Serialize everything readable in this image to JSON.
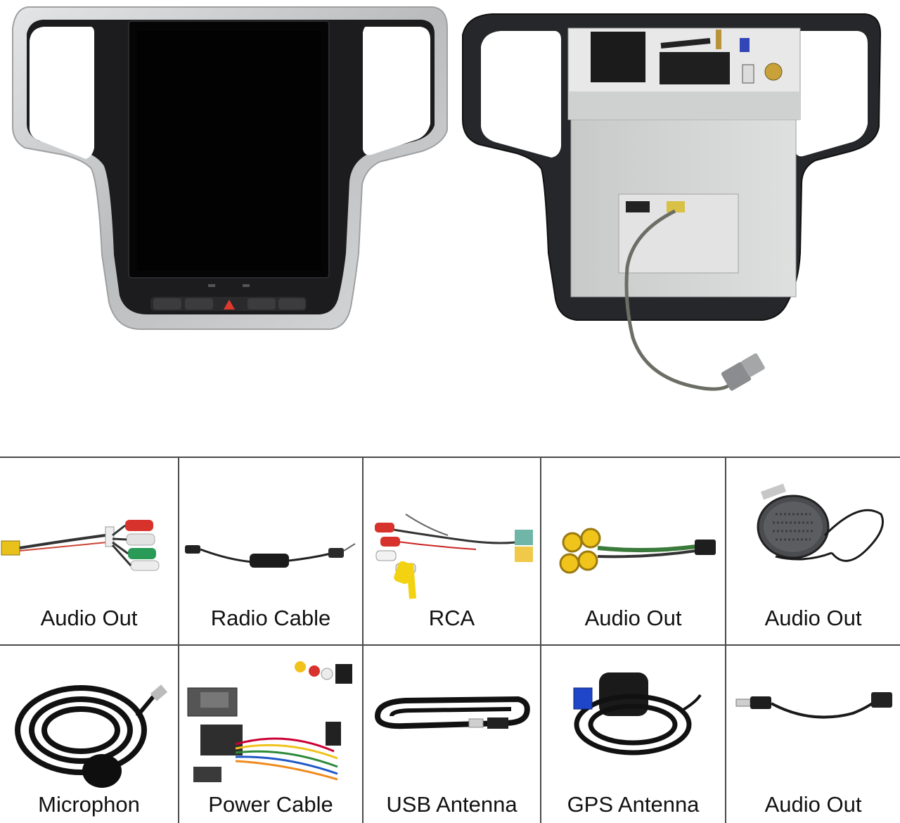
{
  "accessories": [
    {
      "label": "Audio Out"
    },
    {
      "label": "Radio Cable"
    },
    {
      "label": "RCA"
    },
    {
      "label": "Audio Out"
    },
    {
      "label": "Audio Out"
    },
    {
      "label": "Microphon"
    },
    {
      "label": "Power Cable"
    },
    {
      "label": "USB Antenna"
    },
    {
      "label": "GPS Antenna"
    },
    {
      "label": "Audio Out"
    }
  ],
  "colors": {
    "frame_silver": "#c9cbcd",
    "bezel_black": "#1b1b1d",
    "screen": "#050505",
    "back_panel": "#d2d3d3",
    "grid_line": "#4a4a4a"
  }
}
